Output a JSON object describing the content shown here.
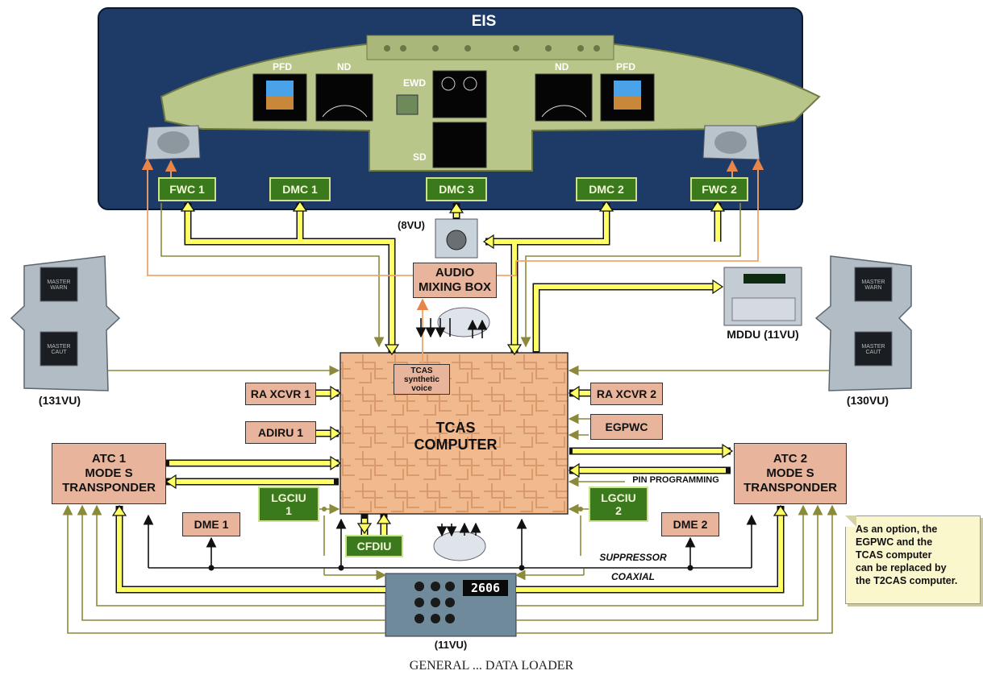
{
  "eis": {
    "title": "EIS"
  },
  "screens": {
    "pfd_left": "PFD",
    "nd_left": "ND",
    "ewd": "EWD",
    "sd": "SD",
    "nd_right": "ND",
    "pfd_right": "PFD"
  },
  "computers": {
    "fwc1": "FWC 1",
    "dmc1": "DMC 1",
    "dmc3": "DMC 3",
    "dmc2": "DMC 2",
    "fwc2": "FWC 2"
  },
  "panels": {
    "vu8": "(8VU)",
    "vu131": "(131VU)",
    "vu130": "(130VU)",
    "vu11": "(11VU)",
    "mddu": "MDDU (11VU)"
  },
  "master": {
    "warn": "MASTER WARN",
    "caut": "MASTER CAUT"
  },
  "audio": {
    "line1": "AUDIO",
    "line2": "MIXING BOX"
  },
  "tcas": {
    "line1": "TCAS",
    "line2": "COMPUTER",
    "voice": "TCAS synthetic voice"
  },
  "inputs": {
    "ra1": "RA XCVR 1",
    "ra2": "RA XCVR 2",
    "adiru1": "ADIRU 1",
    "egpwc": "EGPWC",
    "pin": "PIN PROGRAMMING"
  },
  "atc1": {
    "l1": "ATC 1",
    "l2": "MODE S",
    "l3": "TRANSPONDER"
  },
  "atc2": {
    "l1": "ATC 2",
    "l2": "MODE S",
    "l3": "TRANSPONDER"
  },
  "lgciu1": {
    "l1": "LGCIU",
    "l2": "1"
  },
  "lgciu2": {
    "l1": "LGCIU",
    "l2": "2"
  },
  "cfdiu": "CFDIU",
  "dme1": "DME 1",
  "dme2": "DME 2",
  "suppressor": "SUPPRESSOR",
  "coaxial": "COAXIAL",
  "squawk": "2606",
  "note": [
    "As an option, the",
    "EGPWC and the",
    "TCAS computer",
    "can be replaced by",
    "the T2CAS computer."
  ],
  "caption": "GENERAL ... DATA LOADER",
  "colors": {
    "panel_bg": "#1d3b66",
    "cockpit": "#b9c68a",
    "yellow_bus": "#ffff66",
    "orange_line": "#f2a46a",
    "green_box": "#3a7a1c",
    "salmon_box": "#e8b59c"
  }
}
